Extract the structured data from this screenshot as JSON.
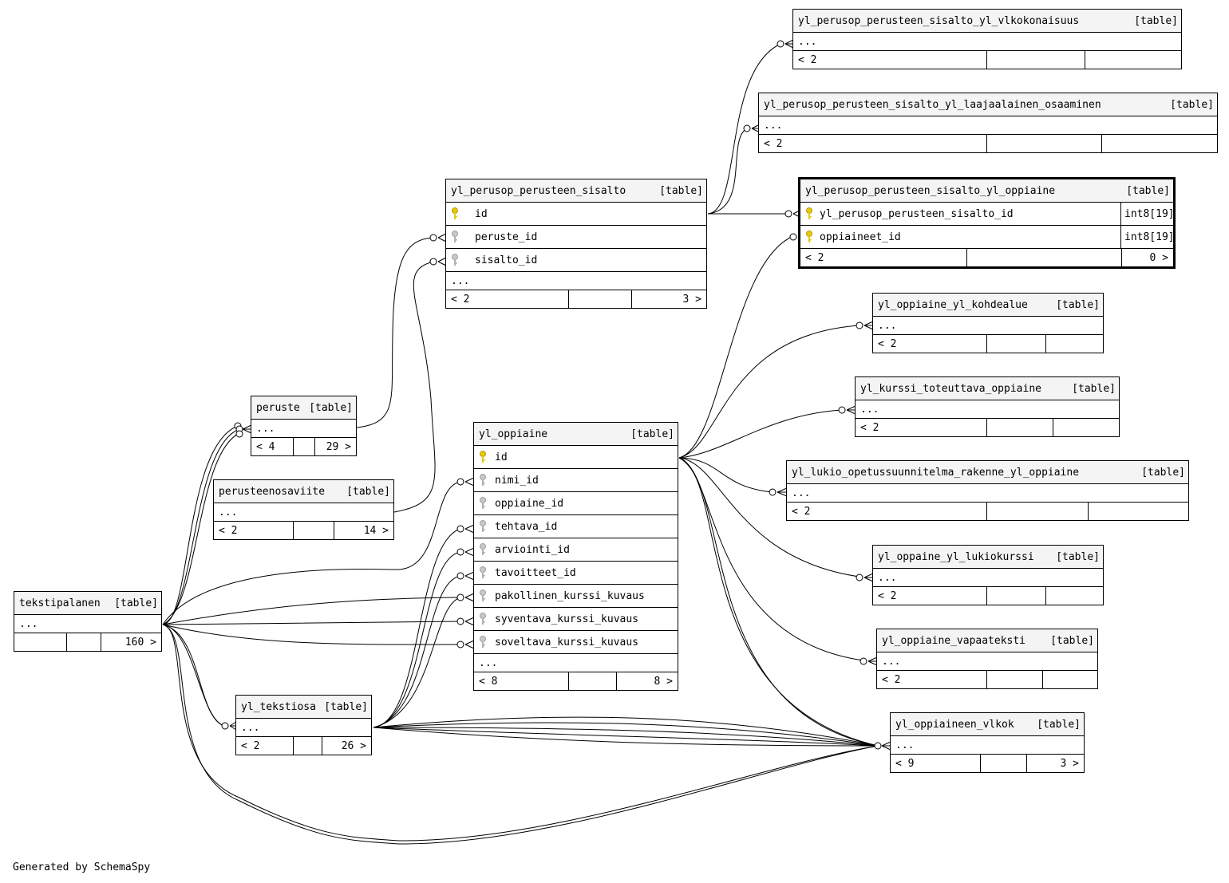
{
  "credit": "Generated by SchemaSpy",
  "tag": "[table]",
  "more": "...",
  "tables": {
    "vlkokonaisuus": {
      "name": "yl_perusop_perusteen_sisalto_yl_vlkokonaisuus",
      "foot_left": "< 2"
    },
    "laajaalainen": {
      "name": "yl_perusop_perusteen_sisalto_yl_laajaalainen_osaaminen",
      "foot_left": "< 2"
    },
    "sisalto_oppiaine": {
      "name": "yl_perusop_perusteen_sisalto_yl_oppiaine",
      "columns": [
        {
          "name": "yl_perusop_perusteen_sisalto_id",
          "type": "int8[19]",
          "key": "primary"
        },
        {
          "name": "oppiaineet_id",
          "type": "int8[19]",
          "key": "primary"
        }
      ],
      "foot_left": "< 2",
      "foot_right": "0 >"
    },
    "perusteen_sisalto": {
      "name": "yl_perusop_perusteen_sisalto",
      "columns": [
        {
          "name": "id",
          "key": "primary"
        },
        {
          "name": "peruste_id",
          "key": "foreign"
        },
        {
          "name": "sisalto_id",
          "key": "foreign"
        }
      ],
      "foot_left": "< 2",
      "foot_right": "3 >"
    },
    "kohdealue": {
      "name": "yl_oppiaine_yl_kohdealue",
      "foot_left": "< 2"
    },
    "kurssi_toteuttava": {
      "name": "yl_kurssi_toteuttava_oppiaine",
      "foot_left": "< 2"
    },
    "lukio_rakenne": {
      "name": "yl_lukio_opetussuunnitelma_rakenne_yl_oppiaine",
      "foot_left": "< 2"
    },
    "lukiokurssi": {
      "name": "yl_oppaine_yl_lukiokurssi",
      "foot_left": "< 2"
    },
    "vapaateksti": {
      "name": "yl_oppiaine_vapaateksti",
      "foot_left": "< 2"
    },
    "vlkok": {
      "name": "yl_oppiaineen_vlkok",
      "foot_left": "< 9",
      "foot_right": "3 >"
    },
    "peruste": {
      "name": "peruste",
      "foot_left": "< 4",
      "foot_right": "29 >"
    },
    "perusteenosaviite": {
      "name": "perusteenosaviite",
      "foot_left": "< 2",
      "foot_right": "14 >"
    },
    "oppiaine": {
      "name": "yl_oppiaine",
      "columns": [
        {
          "name": "id",
          "key": "primary"
        },
        {
          "name": "nimi_id",
          "key": "foreign"
        },
        {
          "name": "oppiaine_id",
          "key": "foreign"
        },
        {
          "name": "tehtava_id",
          "key": "foreign"
        },
        {
          "name": "arviointi_id",
          "key": "foreign"
        },
        {
          "name": "tavoitteet_id",
          "key": "foreign"
        },
        {
          "name": "pakollinen_kurssi_kuvaus",
          "key": "foreign"
        },
        {
          "name": "syventava_kurssi_kuvaus",
          "key": "foreign"
        },
        {
          "name": "soveltava_kurssi_kuvaus",
          "key": "foreign"
        }
      ],
      "foot_left": "< 8",
      "foot_right": "8 >"
    },
    "tekstipalanen": {
      "name": "tekstipalanen",
      "foot_right": "160 >"
    },
    "tekstiosa": {
      "name": "yl_tekstiosa",
      "foot_left": "< 2",
      "foot_right": "26 >"
    }
  },
  "colors": {
    "primary_key": "#e8c800",
    "foreign_key": "#9a9a9a",
    "header_bg": "#f4f4f4"
  }
}
